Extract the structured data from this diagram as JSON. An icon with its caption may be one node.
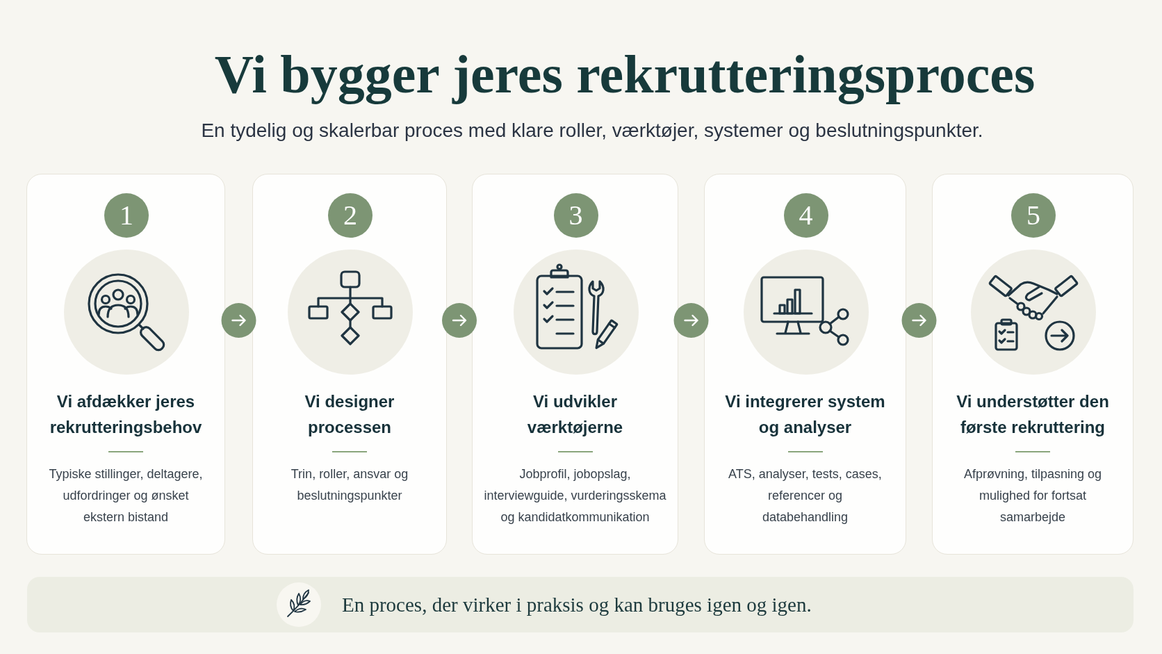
{
  "diagram": {
    "title": "Vi bygger jeres rekrutteringsproces",
    "nodes": [
      {
        "text": [
          "Vi afdækker jeres rekrutteringsbehov",
          "Typiske stillinger, deltagere, udfordringer og ønsket ekstern bistand"
        ]
      },
      {
        "text": [
          "1"
        ],
        "in": 0
      },
      {
        "text": [
          "Vi designer processen",
          "Trin, roller, ansvar og beslutningspunkter"
        ]
      },
      {
        "text": [
          "2"
        ],
        "in": 2
      },
      {
        "text": [
          "Vi udvikler værktøjerne",
          "Jobprofil, jobopslag, interviewguide, vurderingsskema og kandidatkommunikation"
        ]
      },
      {
        "text": [
          "3"
        ],
        "in": 4
      },
      {
        "text": [
          "Vi integrerer system og analyser",
          "ATS, analyser, tests, cases, referencer og databehandling"
        ]
      },
      {
        "text": [
          "4"
        ],
        "in": 6
      },
      {
        "text": [
          "Vi understøtter den første rekruttering",
          "Afprøvning, tilpasning og mulighed for fortsat samarbejde"
        ]
      },
      {
        "text": [
          "5"
        ],
        "in": 8
      },
      {
        "text": [
          "En proces, der virker i praksis og kan bruges igen og igen."
        ]
      }
    ],
    "edges": [
      {
        "from": 0,
        "to": 2,
        "arrow": "to"
      },
      {
        "from": 2,
        "to": 4,
        "arrow": "to"
      },
      {
        "from": 4,
        "to": 6,
        "arrow": "to"
      },
      {
        "from": 6,
        "to": 8,
        "arrow": "to"
      }
    ],
    "labels": [
      "En tydelig og skalerbar proces med klare roller, værktøjer, systemer og beslutningspunkter."
    ]
  }
}
